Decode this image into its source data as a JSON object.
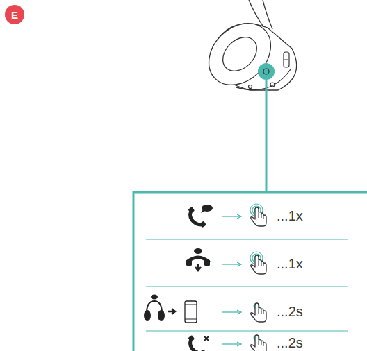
{
  "diagram": {
    "nodes": [
      {
        "text": [
          "E"
        ]
      }
    ],
    "labels": [
      "...1x",
      "...1x",
      "...2s",
      "...2s"
    ]
  }
}
